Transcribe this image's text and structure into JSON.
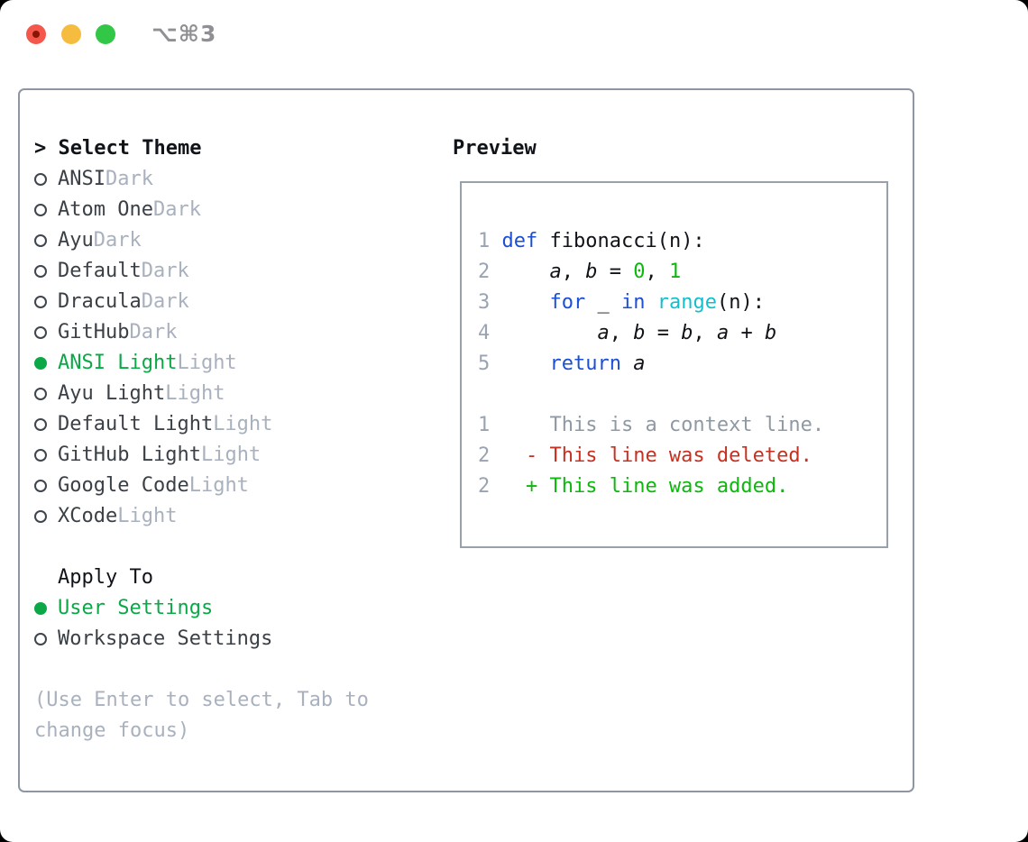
{
  "titlebar": {
    "title": "⌥⌘3"
  },
  "theme_selector": {
    "prefix": "> ",
    "title": "Select Theme",
    "items": [
      {
        "name": "ANSI",
        "tag": "Dark",
        "selected": false
      },
      {
        "name": "Atom One",
        "tag": "Dark",
        "selected": false
      },
      {
        "name": "Ayu",
        "tag": "Dark",
        "selected": false
      },
      {
        "name": "Default",
        "tag": "Dark",
        "selected": false
      },
      {
        "name": "Dracula",
        "tag": "Dark",
        "selected": false
      },
      {
        "name": "GitHub",
        "tag": "Dark",
        "selected": false
      },
      {
        "name": "ANSI Light",
        "tag": "Light",
        "selected": true
      },
      {
        "name": "Ayu Light",
        "tag": "Light",
        "selected": false
      },
      {
        "name": "Default Light",
        "tag": "Light",
        "selected": false
      },
      {
        "name": "GitHub Light",
        "tag": "Light",
        "selected": false
      },
      {
        "name": "Google Code",
        "tag": "Light",
        "selected": false
      },
      {
        "name": "XCode",
        "tag": "Light",
        "selected": false
      }
    ]
  },
  "apply_to": {
    "title": "Apply To",
    "options": [
      {
        "label": "User Settings",
        "selected": true
      },
      {
        "label": "Workspace Settings",
        "selected": false
      }
    ]
  },
  "hint": "(Use Enter to select, Tab to change focus)",
  "preview": {
    "title": "Preview",
    "token_legend": {
      "g": "line-number-gutter",
      "kw": "keyword",
      "nm": "number",
      "bi": "builtin-function",
      "vr": "variable-italic",
      "pl": "plain",
      "cx": "diff-context",
      "del": "diff-deleted",
      "add": "diff-added"
    },
    "lines": [
      [
        [
          "g",
          "1 "
        ],
        [
          "kw",
          "def"
        ],
        [
          "pl",
          " fibonacci(n):"
        ]
      ],
      [
        [
          "g",
          "2 "
        ],
        [
          "pl",
          "    "
        ],
        [
          "vr",
          "a"
        ],
        [
          "pl",
          ", "
        ],
        [
          "vr",
          "b"
        ],
        [
          "pl",
          " = "
        ],
        [
          "nm",
          "0"
        ],
        [
          "pl",
          ", "
        ],
        [
          "nm",
          "1"
        ]
      ],
      [
        [
          "g",
          "3 "
        ],
        [
          "pl",
          "    "
        ],
        [
          "kw",
          "for"
        ],
        [
          "pl",
          " _ "
        ],
        [
          "kw",
          "in"
        ],
        [
          "pl",
          " "
        ],
        [
          "bi",
          "range"
        ],
        [
          "pl",
          "(n):"
        ]
      ],
      [
        [
          "g",
          "4 "
        ],
        [
          "pl",
          "        "
        ],
        [
          "vr",
          "a"
        ],
        [
          "pl",
          ", "
        ],
        [
          "vr",
          "b"
        ],
        [
          "pl",
          " = "
        ],
        [
          "vr",
          "b"
        ],
        [
          "pl",
          ", "
        ],
        [
          "vr",
          "a"
        ],
        [
          "pl",
          " + "
        ],
        [
          "vr",
          "b"
        ]
      ],
      [
        [
          "g",
          "5 "
        ],
        [
          "pl",
          "    "
        ],
        [
          "kw",
          "return"
        ],
        [
          "pl",
          " "
        ],
        [
          "vr",
          "a"
        ]
      ],
      [],
      [
        [
          "g",
          "1 "
        ],
        [
          "cx",
          "    This is a context line."
        ]
      ],
      [
        [
          "g",
          "2 "
        ],
        [
          "del",
          "  - This line was deleted."
        ]
      ],
      [
        [
          "g",
          "2 "
        ],
        [
          "add",
          "  + This line was added."
        ]
      ]
    ]
  },
  "colors": {
    "green-ui": "#0ca848",
    "green-code": "#0db80d",
    "blue-kw": "#1b4fd6",
    "cyan-builtin": "#12c0cd",
    "red-del": "#c8301f",
    "gray-tag": "#a9b1be",
    "gray-gutter": "#9aa3b2",
    "gray-ctx": "#8f99a4",
    "gray-hint": "#a9b1be",
    "text-dark": "#3b4046",
    "text-black": "#101318",
    "border-gray": "#8e96a4",
    "light-red": "#f4574c",
    "light-red-dot": "#8a1505",
    "light-yellow": "#f6bc3f",
    "light-green": "#33c748",
    "title-gray": "#8f9094"
  }
}
